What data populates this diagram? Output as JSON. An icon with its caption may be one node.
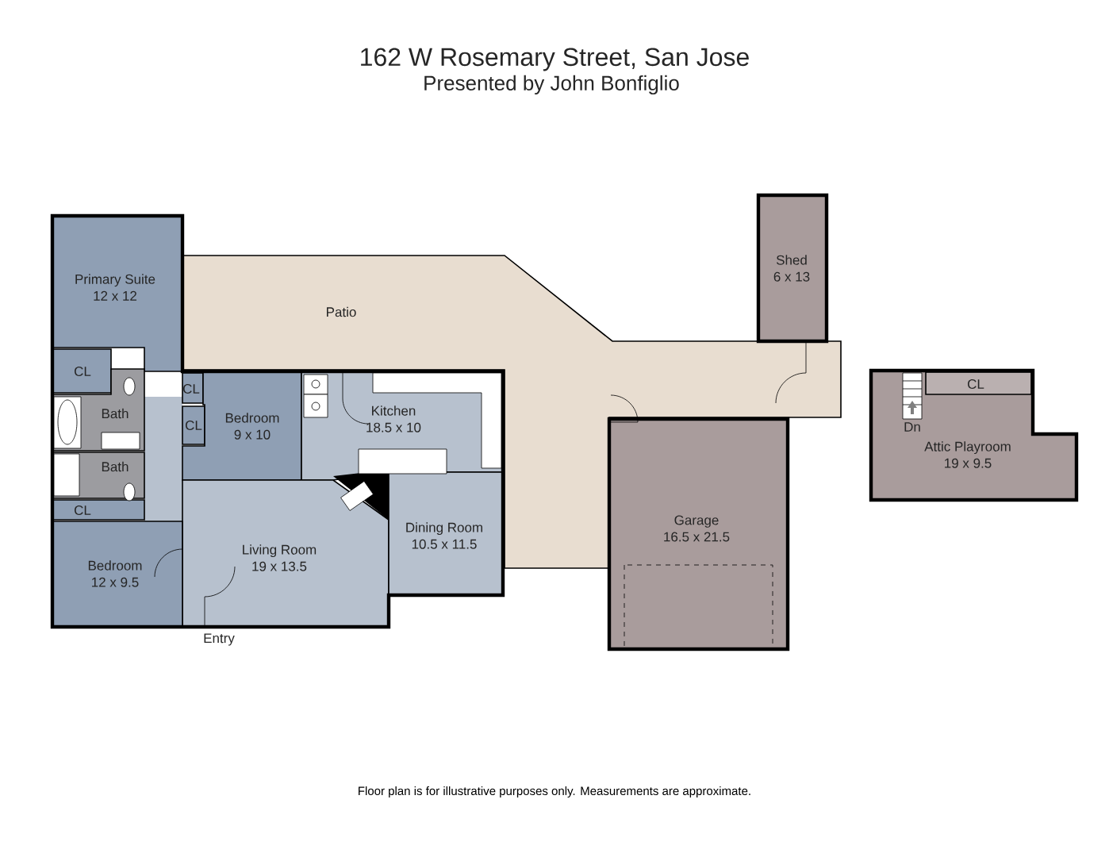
{
  "diagram": {
    "title": "162 W Rosemary Street, San Jose",
    "caption": "Floor plan is for illustrative purposes only. Measurements are approximate.",
    "nodes": [
      {
        "text": [
          "Primary Suite",
          "12 x 12"
        ]
      },
      {
        "text": [
          "Patio"
        ]
      },
      {
        "text": [
          "Shed",
          "6 x 13"
        ]
      },
      {
        "text": [
          "CL"
        ]
      },
      {
        "text": [
          "Bath"
        ]
      },
      {
        "text": [
          "CL"
        ]
      },
      {
        "text": [
          "CL"
        ]
      },
      {
        "text": [
          "Bedroom",
          "9 x 10"
        ]
      },
      {
        "text": [
          "Kitchen",
          "18.5 x 10"
        ]
      },
      {
        "text": [
          "Bath"
        ]
      },
      {
        "text": [
          "CL"
        ]
      },
      {
        "text": [
          "Living Room",
          "19 x 13.5"
        ]
      },
      {
        "text": [
          "Dining Room",
          "10.5 x 11.5"
        ]
      },
      {
        "text": [
          "Bedroom",
          "12 x 9.5"
        ]
      },
      {
        "text": [
          "Garage",
          "16.5 x 21.5"
        ]
      },
      {
        "text": [
          "Attic Playroom",
          "19 x 9.5"
        ]
      },
      {
        "text": [
          "CL"
        ],
        "in": 15
      }
    ],
    "labels": [
      "Presented by John Bonfiglio",
      "Entry",
      "Dn"
    ]
  }
}
